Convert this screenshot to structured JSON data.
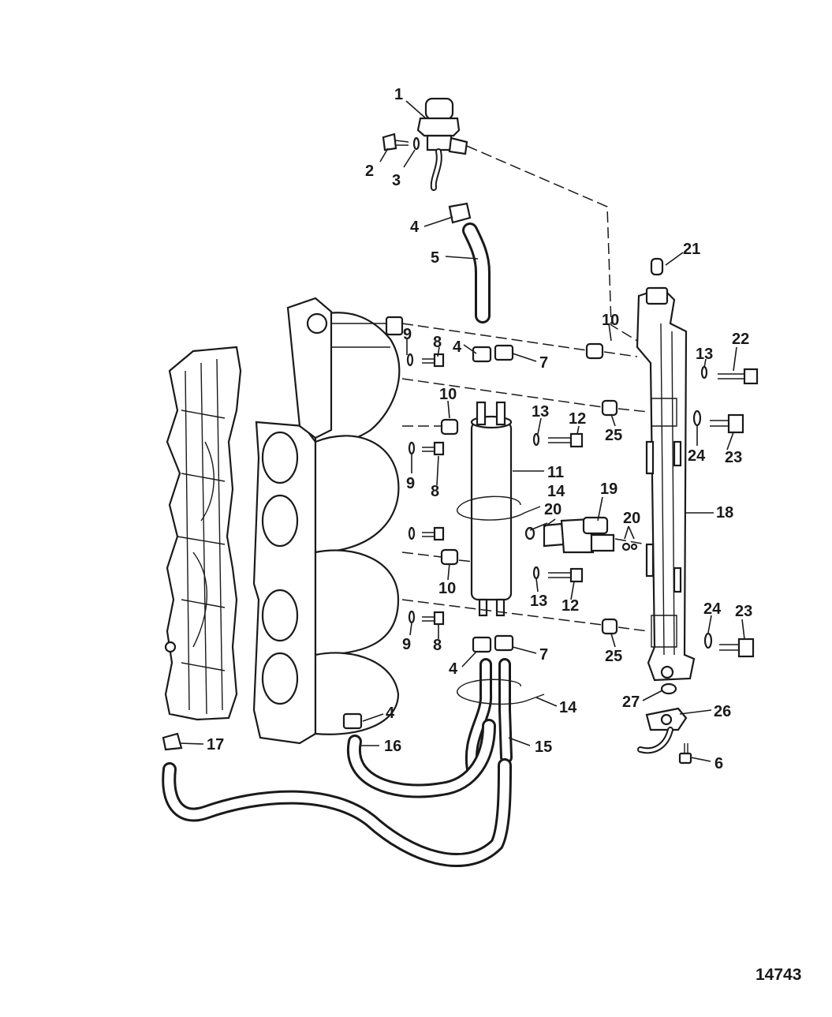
{
  "figure_number": "14743",
  "callouts": [
    "1",
    "2",
    "3",
    "4",
    "5",
    "21",
    "10",
    "13",
    "22",
    "9",
    "8",
    "4",
    "7",
    "10",
    "25",
    "13",
    "12",
    "24",
    "23",
    "9",
    "8",
    "11",
    "14",
    "19",
    "20",
    "20",
    "18",
    "10",
    "13",
    "12",
    "24",
    "23",
    "9",
    "8",
    "25",
    "4",
    "7",
    "27",
    "26",
    "4",
    "14",
    "17",
    "16",
    "15",
    "6"
  ]
}
